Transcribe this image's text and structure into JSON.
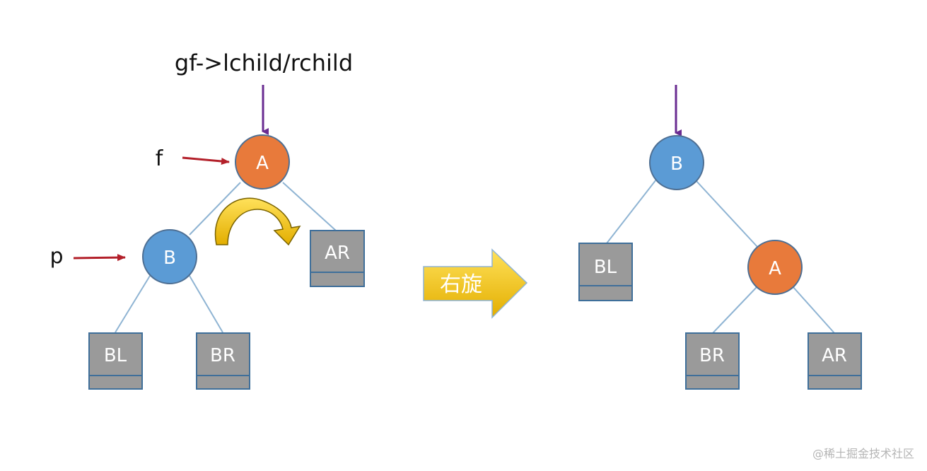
{
  "left_tree": {
    "pointer_label_gf": "gf->lchild/rchild",
    "pointer_label_f": "f",
    "pointer_label_p": "p",
    "node_A": "A",
    "node_B": "B",
    "box_BL": "BL",
    "box_BR": "BR",
    "box_AR": "AR"
  },
  "operation": {
    "label": "右旋"
  },
  "right_tree": {
    "node_B": "B",
    "node_A": "A",
    "box_BL": "BL",
    "box_BR": "BR",
    "box_AR": "AR"
  },
  "watermark": "@稀土掘金技术社区",
  "colors": {
    "orange_node": "#E87A3B",
    "blue_node": "#5B9BD5",
    "box_fill": "#9A9A9A",
    "box_stroke": "#3F6F9A",
    "edge": "#8FB4D3",
    "purple_arrow": "#6A2C91",
    "red_arrow": "#B3202A",
    "yellow_arrow": "#F2C200"
  }
}
